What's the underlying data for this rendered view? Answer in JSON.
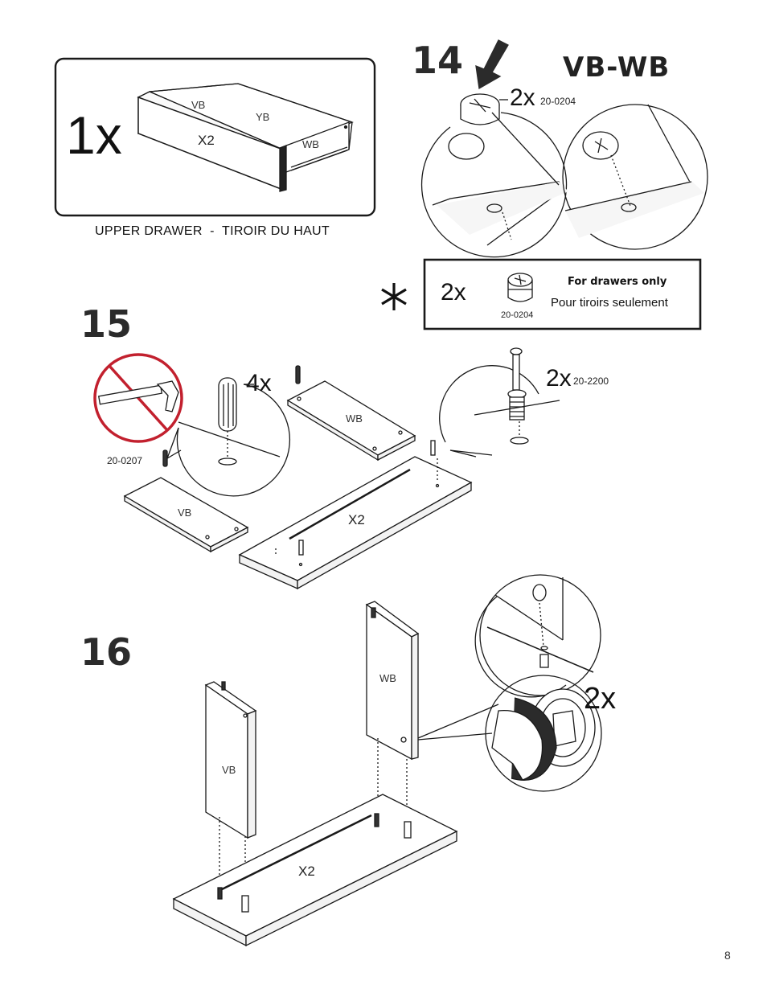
{
  "page_number": "8",
  "drawer_box": {
    "quantity": "1x",
    "labels": {
      "vb": "VB",
      "yb": "YB",
      "x2": "X2",
      "wb": "WB"
    },
    "caption": "UPPER DRAWER  -  TIROIR DU HAUT"
  },
  "step14": {
    "number": "14",
    "title": "VB-WB",
    "quantity": "2x",
    "part_code": "20-0204",
    "arrow_icon": "down-left-arrow-icon"
  },
  "note_box": {
    "asterisk": "*",
    "quantity": "2x",
    "part_code": "20-0204",
    "heading": "For drawers only",
    "text": "Pour tiroirs seulement"
  },
  "step15": {
    "number": "15",
    "dowel_quantity": "4x",
    "dowel_code": "20-0207",
    "bolt_quantity": "2x",
    "bolt_code": "20-2200",
    "panels": {
      "wb": "WB",
      "vb": "VB",
      "x2": "X2"
    },
    "warning_icon": "no-hammer-icon"
  },
  "step16": {
    "number": "16",
    "quantity": "2x",
    "panels": {
      "wb": "WB",
      "vb": "VB",
      "x2": "X2"
    }
  },
  "colors": {
    "warning_red": "#c2202e",
    "ink": "#1a1a1a"
  }
}
